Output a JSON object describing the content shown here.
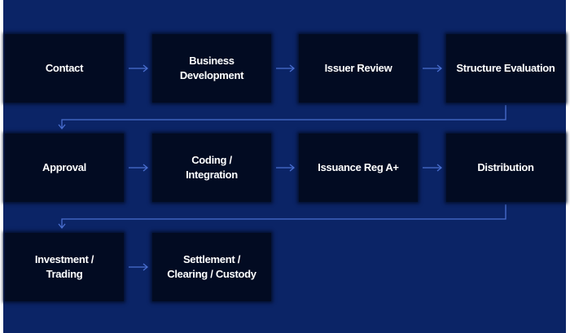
{
  "diagram": {
    "title": "",
    "steps": [
      {
        "label": "Contact"
      },
      {
        "label": "Business\nDevelopment"
      },
      {
        "label": "Issuer Review"
      },
      {
        "label": "Structure Evaluation"
      },
      {
        "label": "Approval"
      },
      {
        "label": "Coding /\nIntegration"
      },
      {
        "label": "Issuance Reg A+"
      },
      {
        "label": "Distribution"
      },
      {
        "label": "Investment /\nTrading"
      },
      {
        "label": "Settlement /\nClearing / Custody"
      }
    ],
    "colors": {
      "background": "#0b2466",
      "box": "#020b22",
      "arrow": "#4a6fd0",
      "text": "#ffffff"
    }
  }
}
